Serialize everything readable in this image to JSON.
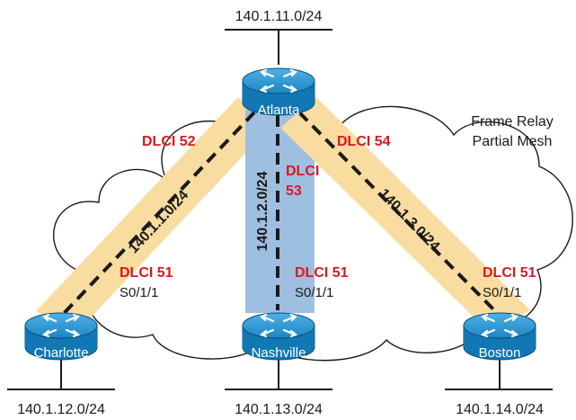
{
  "note": {
    "line1": "Frame Relay",
    "line2": "Partial Mesh"
  },
  "routers": {
    "atlanta": {
      "name": "Atlanta",
      "lan": "140.1.11.0/24"
    },
    "charlotte": {
      "name": "Charlotte",
      "lan": "140.1.12.0/24"
    },
    "nashville": {
      "name": "Nashville",
      "lan": "140.1.13.0/24"
    },
    "boston": {
      "name": "Boston",
      "lan": "140.1.14.0/24"
    }
  },
  "links": {
    "charlotte": {
      "subnet": "140.1.1.0/24",
      "hub_dlci": "DLCI 52",
      "spoke_dlci": "DLCI 51",
      "spoke_intf": "S0/1/1"
    },
    "nashville": {
      "subnet": "140.1.2.0/24",
      "hub_dlci_1": "DLCI",
      "hub_dlci_2": "53",
      "spoke_dlci": "DLCI 51",
      "spoke_intf": "S0/1/1"
    },
    "boston": {
      "subnet": "140.1.3.0/24",
      "hub_dlci": "DLCI 54",
      "spoke_dlci": "DLCI 51",
      "spoke_intf": "S0/1/1"
    }
  },
  "colors": {
    "router_body": "#1c86c4",
    "pvc_yellow": "#f8dca0",
    "pvc_blue": "#9fbfe0",
    "dlci_red": "#d7191f",
    "cloud_stroke": "#1a1a1a"
  },
  "icons": {
    "router": "router-icon",
    "cloud": "frame-relay-cloud"
  }
}
